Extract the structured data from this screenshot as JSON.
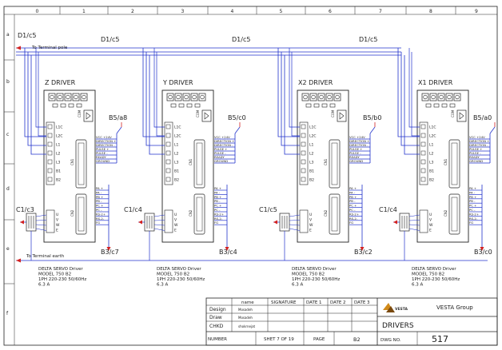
{
  "frame": {
    "columns": [
      "0",
      "1",
      "2",
      "3",
      "4",
      "5",
      "6",
      "7",
      "8",
      "9"
    ],
    "rows": [
      "a",
      "b",
      "c",
      "d",
      "e",
      "f"
    ]
  },
  "net_labels": {
    "terminal_pole": "To Terminal pole",
    "terminal_earth": "To Terminal earth"
  },
  "drivers": [
    {
      "name": "Z DRIVER",
      "top_ref": "D1/c5",
      "right_ref": "B5/a8",
      "left_conn": "C1/c3",
      "bottom_ref": "B3/c7",
      "spec": [
        "DELTA    SERVO Driver",
        "MODEL     750 B2",
        "1PH 220-230  50/60Hz",
        "6.3 A"
      ]
    },
    {
      "name": "Y DRIVER",
      "top_ref": "D1/c5",
      "right_ref": "B5/c0",
      "left_conn": "C1/c4",
      "bottom_ref": "B3/c4",
      "spec": [
        "DELTA    SERVO Driver",
        "MODEL     750 B2",
        "1PH 220-230  50/60Hz",
        "6.3 A"
      ]
    },
    {
      "name": "X2 DRIVER",
      "top_ref": "D1/c5",
      "right_ref": "B5/b0",
      "left_conn": "C1/c5",
      "bottom_ref": "B3/c2",
      "spec": [
        "DELTA    SERVO Driver",
        "MODEL     750 B2",
        "1PH 220-230  50/60Hz",
        "6.3 A"
      ]
    },
    {
      "name": "X1 DRIVER",
      "top_ref": "D1/c5",
      "right_ref": "B5/a0",
      "left_conn": "C1/c4",
      "bottom_ref": "B3/c0",
      "spec": [
        "DELTA    SERVO Driver",
        "MODEL     750 B2",
        "1PH 220-230  50/60Hz",
        "6.3 A"
      ]
    }
  ],
  "driver_labels": {
    "cn1": "CN1",
    "cn2": "CN2",
    "com": "COM",
    "left_terminals": [
      "L1C",
      "L2C",
      "L1",
      "L2",
      "L3",
      "B1",
      "B2"
    ],
    "uvw": [
      "U",
      "V",
      "W",
      "E"
    ],
    "signals_top": [
      "VCC +24V",
      "DIRECTION +",
      "DIRECTION -",
      "PULSE +",
      "PULSE -",
      "READY",
      "GROUND"
    ],
    "signals_bottom": [
      "PA +",
      "PA -",
      "PB +",
      "PB -",
      "PC +",
      "PC -",
      "RS-2+",
      "RS-2-",
      "FG"
    ]
  },
  "title_block": {
    "headers": [
      "name",
      "SIGNATURE",
      "DATE 1",
      "DATE 2",
      "DATE 3"
    ],
    "rows": [
      {
        "label": "Design",
        "name": "Mosadeh"
      },
      {
        "label": "Draw",
        "name": "Mosadeh"
      },
      {
        "label": "CHKD",
        "name": "shokrnejat"
      }
    ],
    "number_label": "NUMBER",
    "sheet": "SHET 7 OF 19",
    "page_label": "PAGE",
    "page": "B2",
    "company": "VESTA Group",
    "logo": "VESTA",
    "drawing_title": "DRIVERS",
    "dwg_label": "DWG NO.",
    "dwg_no": "517"
  }
}
